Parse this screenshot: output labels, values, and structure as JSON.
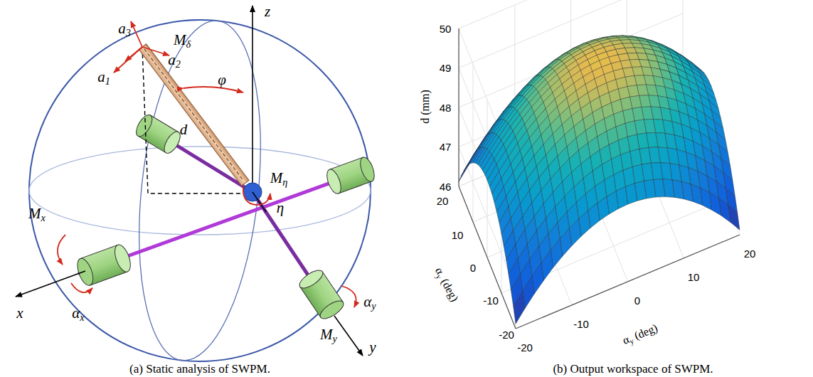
{
  "diagram": {
    "labels": [
      "a3",
      "a2",
      "a1",
      "Mδ",
      "z",
      "φ",
      "d",
      "Mx",
      "Mη",
      "η",
      "x",
      "αx",
      "My",
      "y",
      "αy",
      "(a) Static analysis of SWPM.",
      "(b) Output workspace of SWPM.",
      "d (mm)",
      "50",
      "49",
      "48",
      "47",
      "46",
      "20",
      "10",
      "0",
      "-10",
      "-20",
      "αy (deg)",
      "-20",
      "-10",
      "0",
      "10",
      "20",
      "αy (deg)"
    ]
  }
}
